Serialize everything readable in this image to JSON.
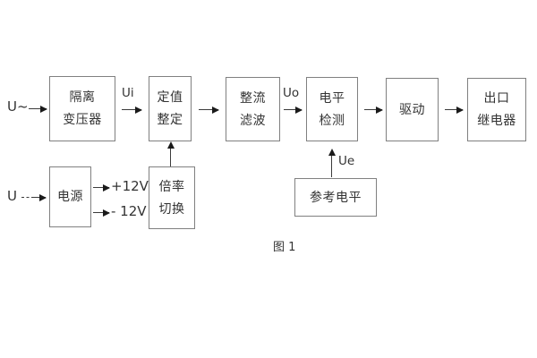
{
  "figure": {
    "caption": "图 1",
    "background_color": "#ffffff",
    "box_border_color": "#808080",
    "line_color": "#3b3b3b",
    "text_color": "#333333"
  },
  "blocks": [
    {
      "id": "isolation-transformer",
      "line1": "隔离",
      "line2": "变压器"
    },
    {
      "id": "setting-adjust",
      "line1": "定值",
      "line2": "整定"
    },
    {
      "id": "rectify-filter",
      "line1": "整流",
      "line2": "滤波"
    },
    {
      "id": "level-detection",
      "line1": "电平",
      "line2": "检测"
    },
    {
      "id": "drive",
      "line1": "驱动",
      "line2": ""
    },
    {
      "id": "output-relay",
      "line1": "出口",
      "line2": "继电器"
    },
    {
      "id": "power-supply",
      "line1": "电源",
      "line2": ""
    },
    {
      "id": "multiplier-switch",
      "line1": "倍率",
      "line2": "切换"
    },
    {
      "id": "reference-level",
      "line1": "参考电平",
      "line2": ""
    }
  ],
  "signal_labels": {
    "ac_input": "U~",
    "dc_input": "U",
    "ui": "Ui",
    "uo": "Uo",
    "ue": "Ue",
    "rail_positive": "+12V",
    "rail_negative": "- 12V"
  }
}
